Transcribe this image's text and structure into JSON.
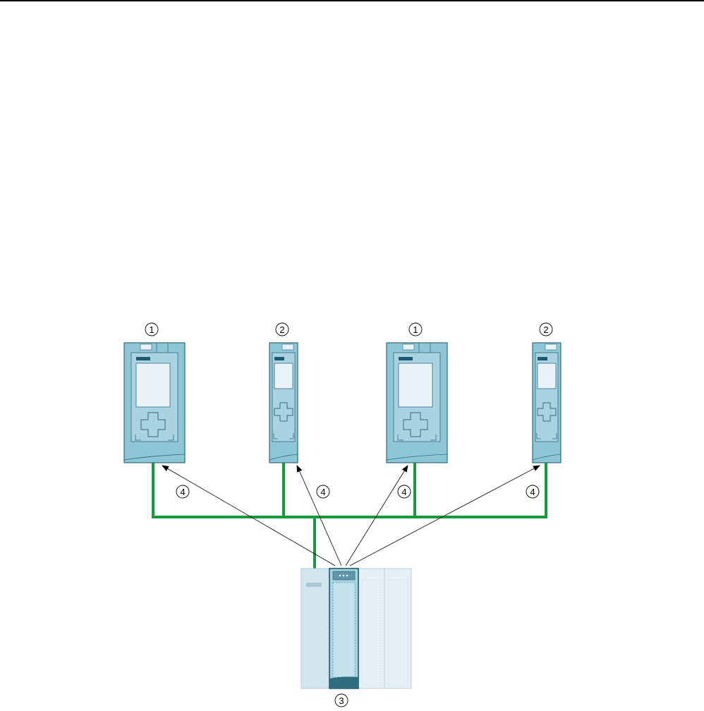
{
  "callouts": {
    "cpu_large": "1",
    "cpu_compact": "2",
    "io_station": "3",
    "connection": "4"
  },
  "colors": {
    "network": "#159a3c",
    "device_body": "#8fc6d6",
    "device_border": "#2e6c80",
    "device_screen": "#e9f3f7",
    "module_faded": "#dcecf2",
    "module_active": "#a9d3e0"
  }
}
